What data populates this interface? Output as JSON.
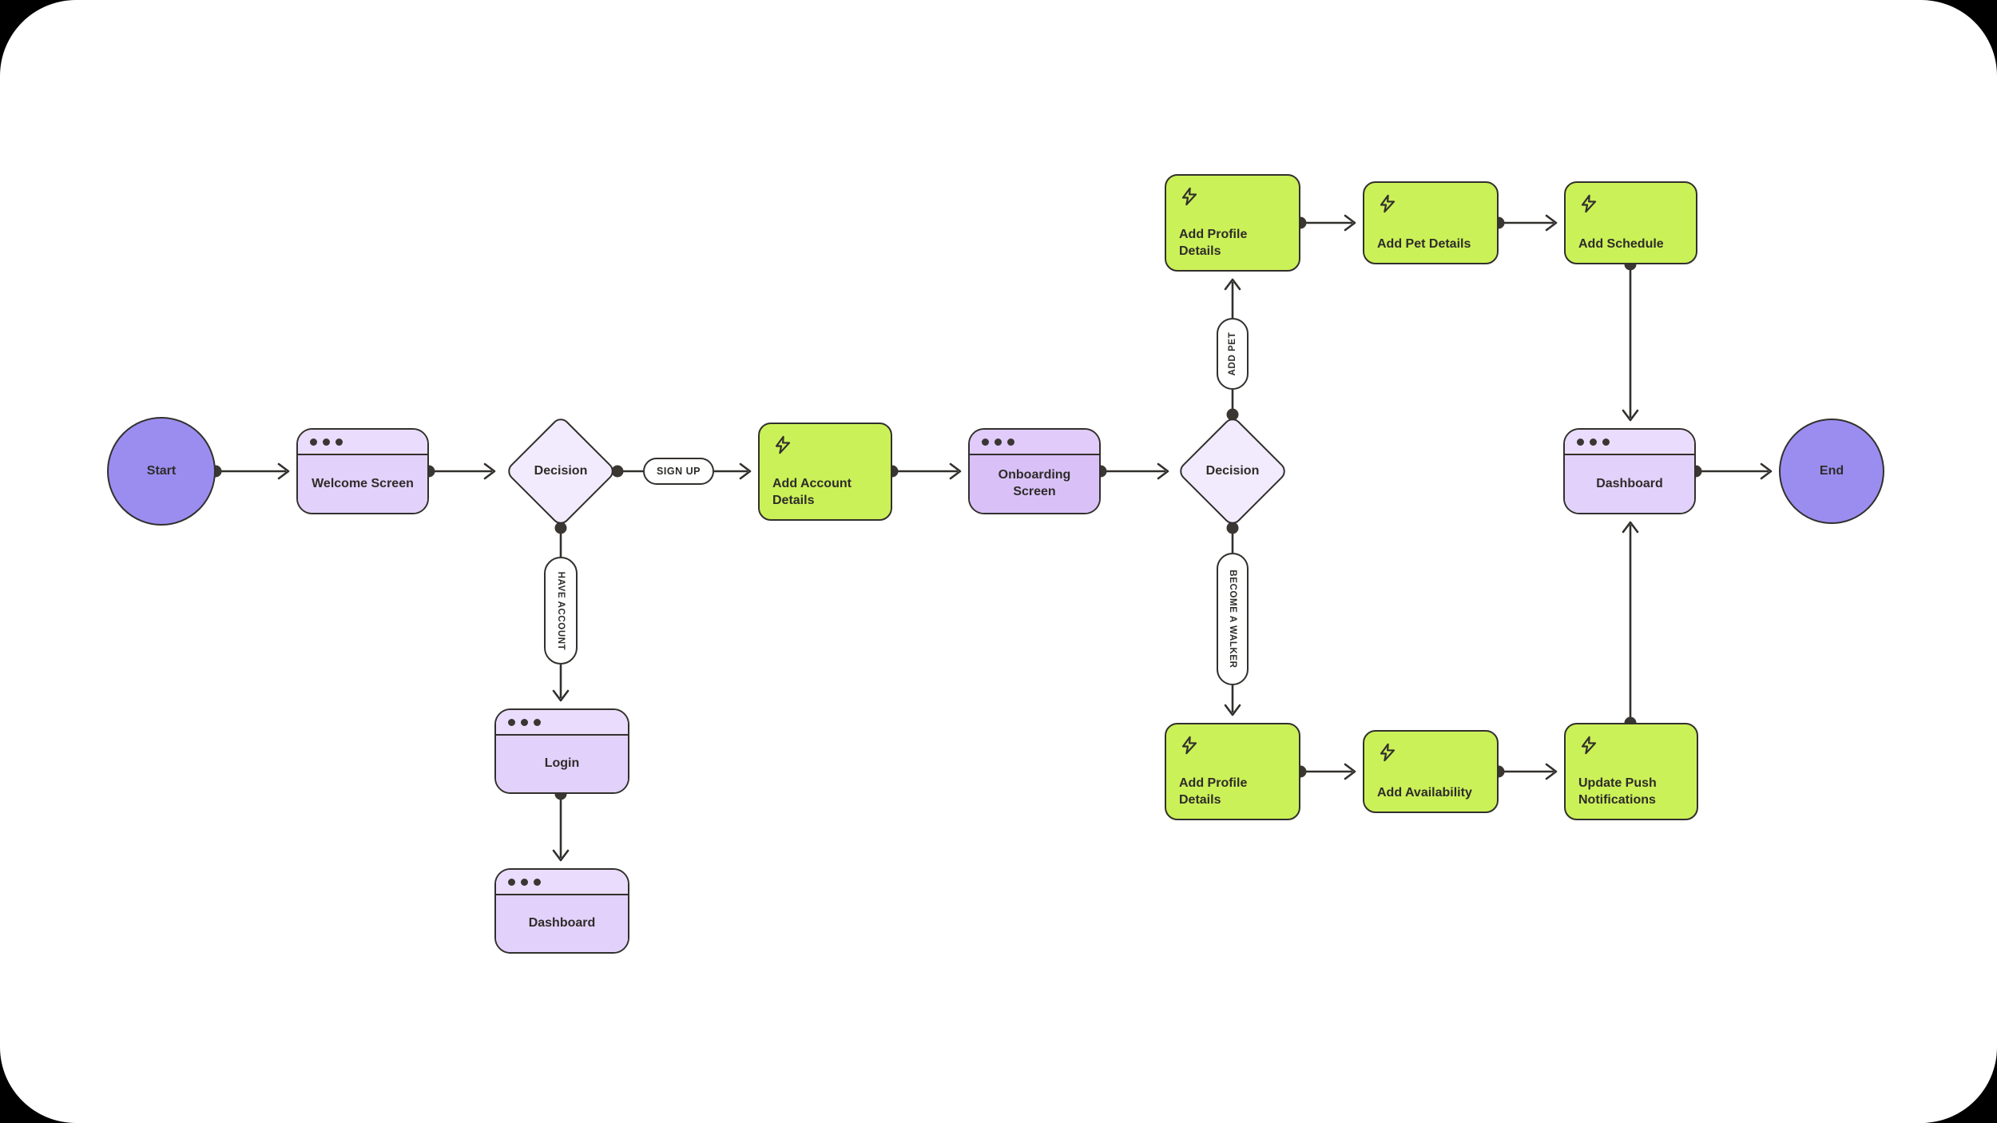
{
  "diagram": {
    "nodes": {
      "start": {
        "label": "Start",
        "type": "terminal"
      },
      "welcome_screen": {
        "label": "Welcome Screen",
        "type": "browser-window"
      },
      "decision_signup": {
        "label": "Decision",
        "type": "decision"
      },
      "add_account_details": {
        "label": "Add Account Details",
        "type": "action"
      },
      "onboarding_screen": {
        "label": "Onboarding Screen",
        "type": "browser-window"
      },
      "decision_role": {
        "label": "Decision",
        "type": "decision"
      },
      "add_profile_details_owner": {
        "label": "Add Profile Details",
        "type": "action"
      },
      "add_pet_details": {
        "label": "Add Pet Details",
        "type": "action"
      },
      "add_schedule": {
        "label": "Add Schedule",
        "type": "action"
      },
      "dashboard_main": {
        "label": "Dashboard",
        "type": "browser-window"
      },
      "end": {
        "label": "End",
        "type": "terminal"
      },
      "add_profile_details_walker": {
        "label": "Add Profile Details",
        "type": "action"
      },
      "add_availability": {
        "label": "Add Availability",
        "type": "action"
      },
      "update_push_notifications": {
        "label": "Update Push Notifications",
        "type": "action"
      },
      "login": {
        "label": "Login",
        "type": "browser-window"
      },
      "dashboard_login": {
        "label": "Dashboard",
        "type": "browser-window"
      }
    },
    "edge_labels": {
      "sign_up": "SIGN UP",
      "have_account": "HAVE ACCOUNT",
      "add_pet": "ADD PET",
      "become_a_walker": "BECOME A WALKER"
    },
    "colors": {
      "background": "#000000",
      "canvas": "#FFFFFF",
      "terminal_purple": "#9B8DF0",
      "window_header_light": "#EADCFC",
      "window_body_light": "#E2D1FA",
      "window_header_dark": "#E0CBFA",
      "window_body_dark": "#D9C1F8",
      "decision_fill": "#F2EBFD",
      "action_green": "#CBF158",
      "ink": "#32302D"
    }
  }
}
